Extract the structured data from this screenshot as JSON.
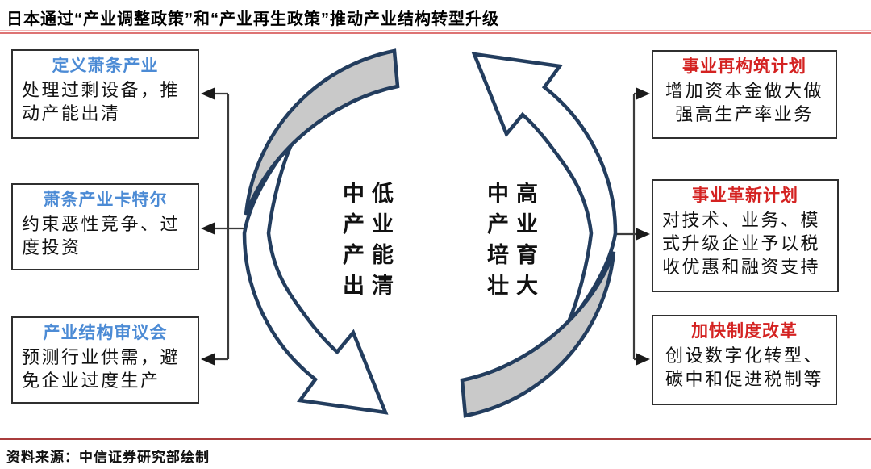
{
  "title": "日本通过“产业调整政策”和“产业再生政策”推动产业结构转型升级",
  "cycle": {
    "left_label": "中低\n产业\n产能\n出清",
    "right_label": "中高\n产业\n培育\n壮大"
  },
  "left_boxes": [
    {
      "header": "定义萧条产业",
      "body": "处理过剩设备，推动产能出清"
    },
    {
      "header": "萧条产业卡特尔",
      "body": "约束恶性竞争、过度投资"
    },
    {
      "header": "产业结构审议会",
      "body": "预测行业供需，避免企业过度生产"
    }
  ],
  "right_boxes": [
    {
      "header": "事业再构筑计划",
      "body": "增加资本金做大做强高生产率业务"
    },
    {
      "header": "事业革新计划",
      "body": "对技术、业务、模式升级企业予以税收优惠和融资支持"
    },
    {
      "header": "加快制度改革",
      "body": "创设数字化转型、碳中和促进税制等"
    }
  ],
  "footer": {
    "source": "资料来源：中信证券研究部绘制"
  },
  "colors": {
    "navy_outline": "#233d5e",
    "arrow_gray": "#c9c9c9",
    "header_blue": "#4c8bd5",
    "header_red": "#d42221",
    "top_rule_light": "#f2b6b6",
    "top_rule_dark": "#dd7373",
    "bottom_rule": "#a93c3c",
    "connector": "#3c3c3c"
  }
}
